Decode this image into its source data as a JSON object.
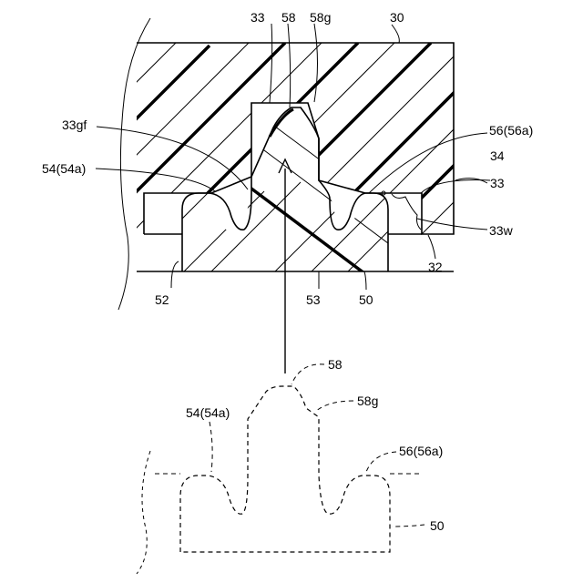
{
  "figure": {
    "labels": {
      "l30": "30",
      "l33_top": "33",
      "l58_top": "58",
      "l58g_top": "58g",
      "l33gf": "33gf",
      "l56_top": "56(56a)",
      "l54_top": "54(54a)",
      "l34": "34",
      "l33_right": "33",
      "l33w": "33w",
      "l32": "32",
      "l52": "52",
      "l53": "53",
      "l50_top": "50",
      "l58_bot": "58",
      "l58g_bot": "58g",
      "l54_bot": "54(54a)",
      "l56_bot": "56(56a)",
      "l50_bot": "50"
    }
  }
}
